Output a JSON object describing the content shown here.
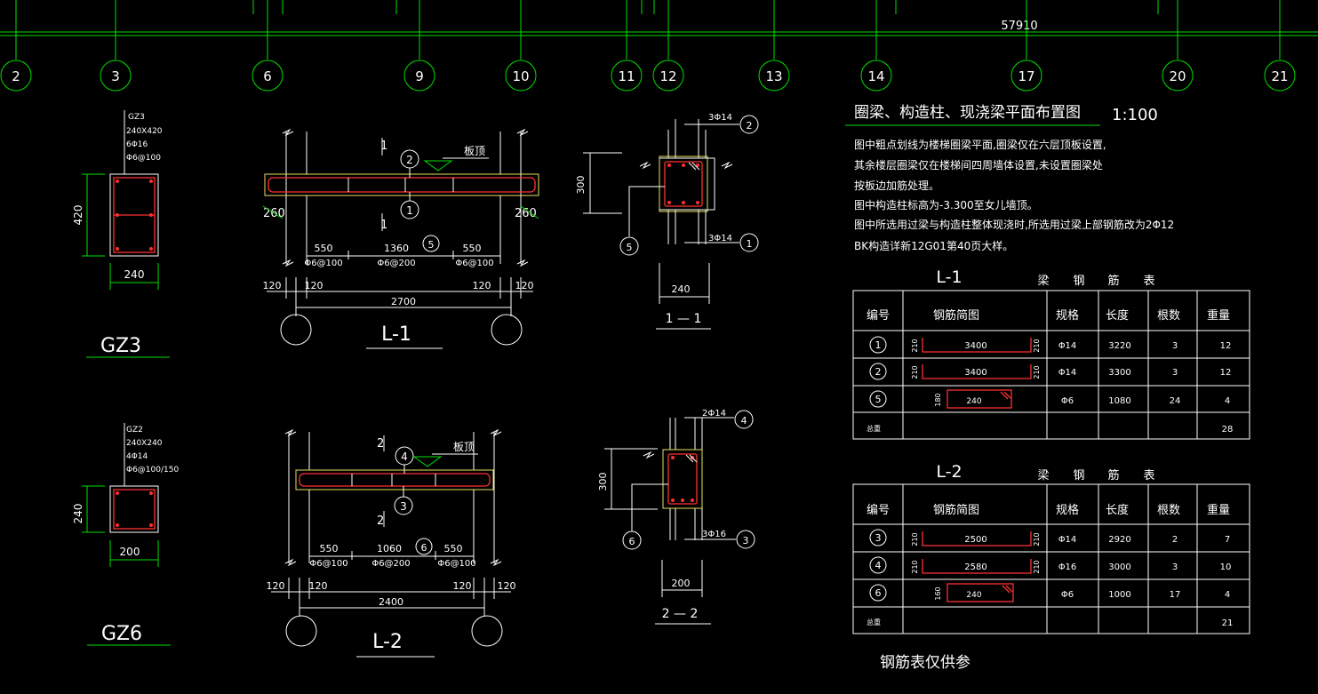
{
  "colors": {
    "background": "#000000",
    "grid": "#00e000",
    "line": "#ffffff",
    "rebar": "#ff3030",
    "outline": "#e8e060"
  },
  "grid": {
    "total": "57910",
    "axes": [
      "2",
      "3",
      "6",
      "9",
      "10",
      "11",
      "12",
      "13",
      "14",
      "17",
      "20",
      "21"
    ]
  },
  "gz3": {
    "name": "GZ3",
    "size": "240X420",
    "main": "6Φ16",
    "stirrup": "Φ6@100",
    "height": "420",
    "width": "240",
    "label": "GZ3"
  },
  "gz6": {
    "name": "GZ2",
    "size": "240X240",
    "main": "4Φ14",
    "stirrup": "Φ6@100/150",
    "height": "240",
    "width": "200",
    "label": "GZ6"
  },
  "l1": {
    "sec": "1",
    "top": "板顶",
    "d260": "260",
    "left": "550",
    "mid": "1360",
    "right": "550",
    "s_left": "Φ6@100",
    "s_mid": "Φ6@200",
    "s_right": "Φ6@100",
    "c120": "120",
    "span": "2700",
    "label": "L-1",
    "b1": "1",
    "b2": "2",
    "b5": "5"
  },
  "l2": {
    "sec": "2",
    "top": "板顶",
    "left": "550",
    "mid": "1060",
    "right": "550",
    "s_left": "Φ6@100",
    "s_mid": "Φ6@200",
    "s_right": "Φ6@100",
    "c120": "120",
    "span": "2400",
    "label": "L-2",
    "b3": "3",
    "b4": "4",
    "b6": "6"
  },
  "s11": {
    "top": "3Φ14",
    "bot": "3Φ14",
    "h": "300",
    "w": "240",
    "label": "1 — 1",
    "b2": "2",
    "b1": "1",
    "b5": "5"
  },
  "s22": {
    "top": "2Φ14",
    "bot": "3Φ16",
    "h": "300",
    "w": "200",
    "label": "2 — 2",
    "b4": "4",
    "b3": "3",
    "b6": "6"
  },
  "title": {
    "text": "圈梁、构造柱、现浇梁平面布置图",
    "scale": "1:100"
  },
  "notes": [
    "图中粗点划线为楼梯圈梁平面,圈梁仅在六层顶板设置,",
    "其余楼层圈梁仅在楼梯间四周墙体设置,未设置圈梁处",
    "按板边加筋处理。",
    "图中构造柱标高为-3.300至女儿墙顶。",
    "图中所选用过梁与构造柱整体现浇时,所选用过梁上部钢筋改为2Φ12",
    "BK构造详新12G01第40页大样。"
  ],
  "table_l1": {
    "name": "L-1",
    "title": [
      "梁",
      "钢",
      "筋",
      "表"
    ],
    "headers": [
      "编号",
      "钢筋简图",
      "规格",
      "长度",
      "根数",
      "重量"
    ],
    "rows": [
      {
        "no": "1",
        "hook": "210",
        "dim": "3400",
        "hook2": "210",
        "spec": "Φ14",
        "len": "3220",
        "cnt": "3",
        "wt": "12"
      },
      {
        "no": "2",
        "hook": "210",
        "dim": "3400",
        "hook2": "210",
        "spec": "Φ14",
        "len": "3300",
        "cnt": "3",
        "wt": "12"
      },
      {
        "no": "5",
        "hook": "180",
        "dim": "240",
        "spec": "Φ6",
        "len": "1080",
        "cnt": "24",
        "wt": "4"
      }
    ],
    "total_label": "总重",
    "total": "28"
  },
  "table_l2": {
    "name": "L-2",
    "title": [
      "梁",
      "钢",
      "筋",
      "表"
    ],
    "headers": [
      "编号",
      "钢筋简图",
      "规格",
      "长度",
      "根数",
      "重量"
    ],
    "rows": [
      {
        "no": "3",
        "hook": "210",
        "dim": "2500",
        "hook2": "210",
        "spec": "Φ14",
        "len": "2920",
        "cnt": "2",
        "wt": "7"
      },
      {
        "no": "4",
        "hook": "210",
        "dim": "2580",
        "hook2": "210",
        "spec": "Φ16",
        "len": "3000",
        "cnt": "3",
        "wt": "10"
      },
      {
        "no": "6",
        "hook": "160",
        "dim": "240",
        "spec": "Φ6",
        "len": "1000",
        "cnt": "17",
        "wt": "4"
      }
    ],
    "total_label": "总重",
    "total": "21"
  },
  "footer": "钢筋表仅供参"
}
